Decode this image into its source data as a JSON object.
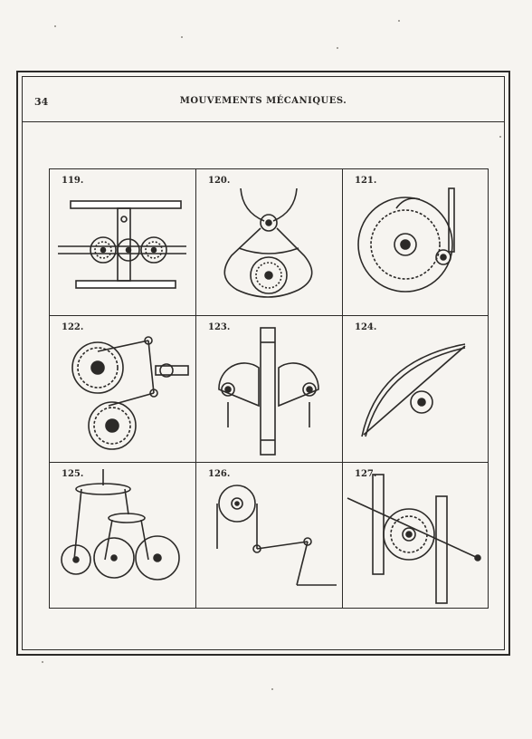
{
  "header": {
    "page_number": "34",
    "running_title": "MOUVEMENTS MÉCANIQUES."
  },
  "figures": [
    {
      "label": "119.",
      "icon": "rack-and-pinion-gears"
    },
    {
      "label": "120.",
      "icon": "crescent-tongs-gear"
    },
    {
      "label": "121.",
      "icon": "internal-gear-ring"
    },
    {
      "label": "122.",
      "icon": "linked-gear-train"
    },
    {
      "label": "123.",
      "icon": "double-rack-sectors"
    },
    {
      "label": "124.",
      "icon": "bow-drill-pulley"
    },
    {
      "label": "125.",
      "icon": "triple-gear-linkage"
    },
    {
      "label": "126.",
      "icon": "pulley-crank"
    },
    {
      "label": "127.",
      "icon": "double-rack-pinion"
    }
  ]
}
